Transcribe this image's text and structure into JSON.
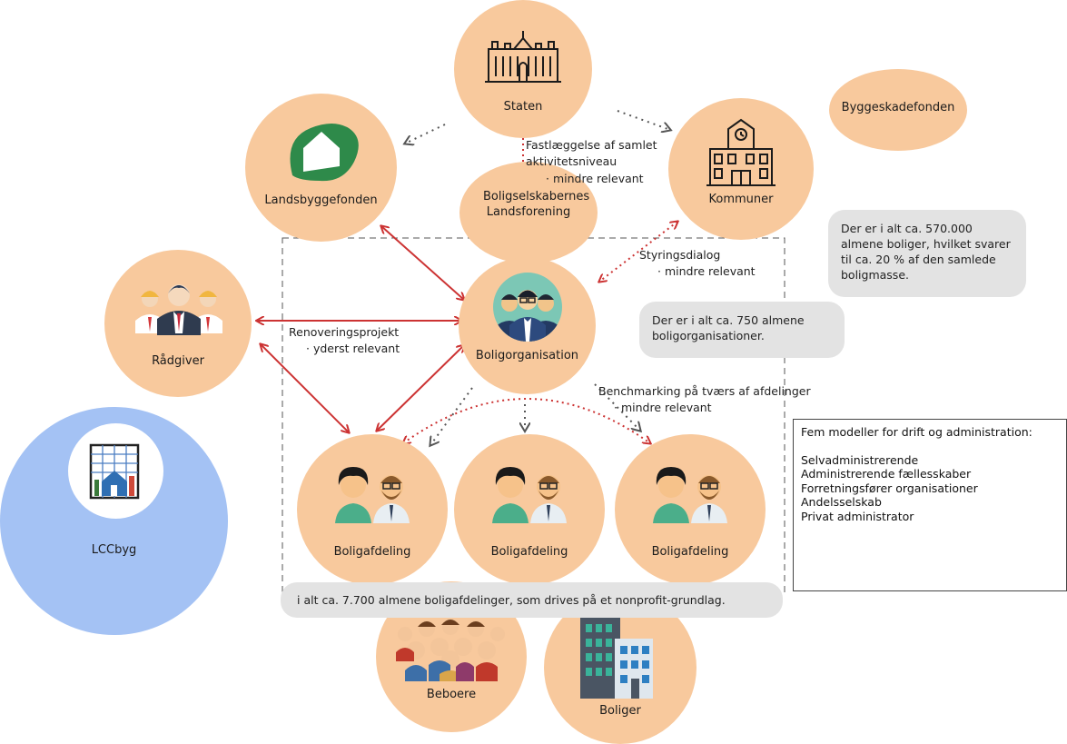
{
  "nodes": {
    "staten": "Staten",
    "landsbyggefonden": "Landsbyggefonden",
    "bl": "Boligselskabernes Landsforening",
    "kommuner": "Kommuner",
    "byggeskadefonden": "Byggeskadefonden",
    "raadgiver": "Rådgiver",
    "boligorganisation": "Boligorganisation",
    "boligafdeling": "Boligafdeling",
    "lccbyg": "LCCbyg",
    "beboere": "Beboere",
    "boliger": "Boliger"
  },
  "edge_labels": {
    "fastlaeggelse_line1": "Fastlæggelse af samlet",
    "fastlaeggelse_line2": "aktivitetsniveau",
    "fastlaeggelse_rel": "·   mindre relevant",
    "styring": "Styringsdialog",
    "styring_rel": "·   mindre relevant",
    "renovering": "Renoveringsprojekt",
    "renovering_rel": "·   yderst relevant",
    "benchmarking": "Benchmarking på tværs af afdelinger",
    "benchmarking_rel": "·   mindre relevant"
  },
  "bubbles": {
    "boliger_count": "Der er i alt ca. 570.000 almene boliger, hvilket svarer til ca. 20 % af den samlede boligmasse.",
    "org_count": "Der er i alt ca. 750 almene boligorganisationer.",
    "afd_count": "i alt ca. 7.700 almene boligafdelinger, som drives på et nonprofit-grundlag."
  },
  "models_box": {
    "title": "Fem modeller for drift og administration:",
    "items": [
      "Selvadministrerende",
      "Administrerende fællesskaber",
      "Forretningsfører organisationer",
      "Andelsselskab",
      "Privat administrator"
    ]
  },
  "colors": {
    "node": "#f8c99d",
    "lcc": "#a4c2f4",
    "arrow_red": "#cc3333",
    "arrow_grey": "#555555",
    "bubble": "#e3e3e3"
  },
  "icons": [
    "parliament-building-icon",
    "landsbyggefonden-logo-icon",
    "town-hall-icon",
    "consultants-group-icon",
    "business-team-icon",
    "couple-icon",
    "residents-crowd-icon",
    "apartment-building-icon",
    "lcc-chart-icon"
  ]
}
